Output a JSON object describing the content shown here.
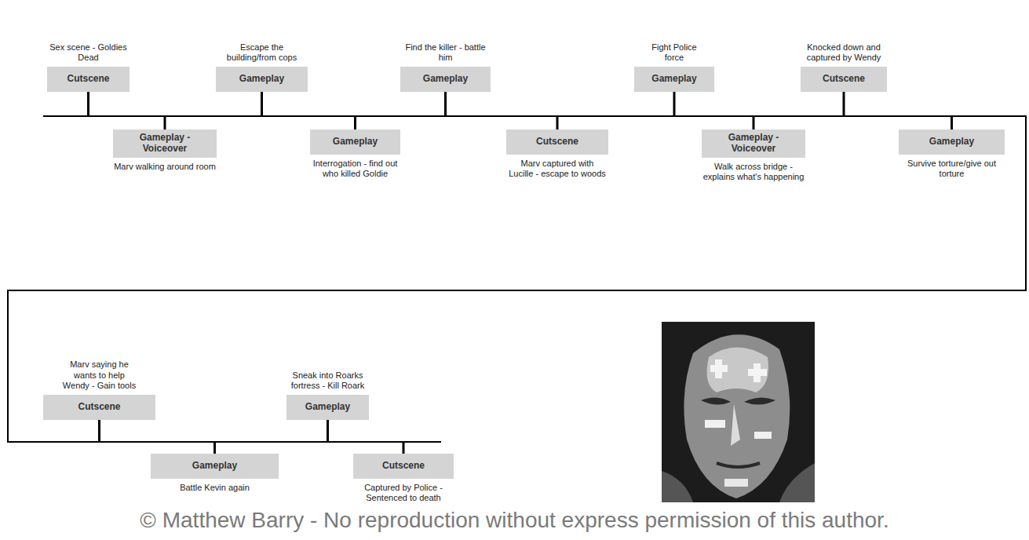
{
  "diagram": {
    "nodes": [
      {
        "text": [
          "Cutscene",
          "Sex scene - Goldies Dead"
        ]
      },
      {
        "text": [
          "Gameplay - Voiceover",
          "Marv walking around room"
        ]
      },
      {
        "text": [
          "Gameplay",
          "Escape the building/from cops"
        ]
      },
      {
        "text": [
          "Gameplay",
          "Interrogation - find out who killed Goldie"
        ]
      },
      {
        "text": [
          "Gameplay",
          "Find the killer - battle him"
        ]
      },
      {
        "text": [
          "Cutscene",
          "Marv captured with Lucille - escape to woods"
        ]
      },
      {
        "text": [
          "Gameplay",
          "Fight Police force"
        ]
      },
      {
        "text": [
          "Gameplay - Voiceover",
          "Walk across bridge - explains what's happening"
        ]
      },
      {
        "text": [
          "Cutscene",
          "Knocked down and captured by Wendy"
        ]
      },
      {
        "text": [
          "Gameplay",
          "Survive torture/give out torture"
        ]
      },
      {
        "text": [
          "Cutscene",
          "Marv saying he wants to help Wendy - Gain tools"
        ]
      },
      {
        "text": [
          "Gameplay",
          "Battle Kevin again"
        ]
      },
      {
        "text": [
          "Gameplay",
          "Sneak into Roarks fortress - Kill Roark"
        ]
      },
      {
        "text": [
          "Cutscene",
          "Captured by Police - Sentenced to death"
        ]
      }
    ],
    "labels": [
      "© Matthew Barry - No reproduction without express permission of this author."
    ]
  }
}
